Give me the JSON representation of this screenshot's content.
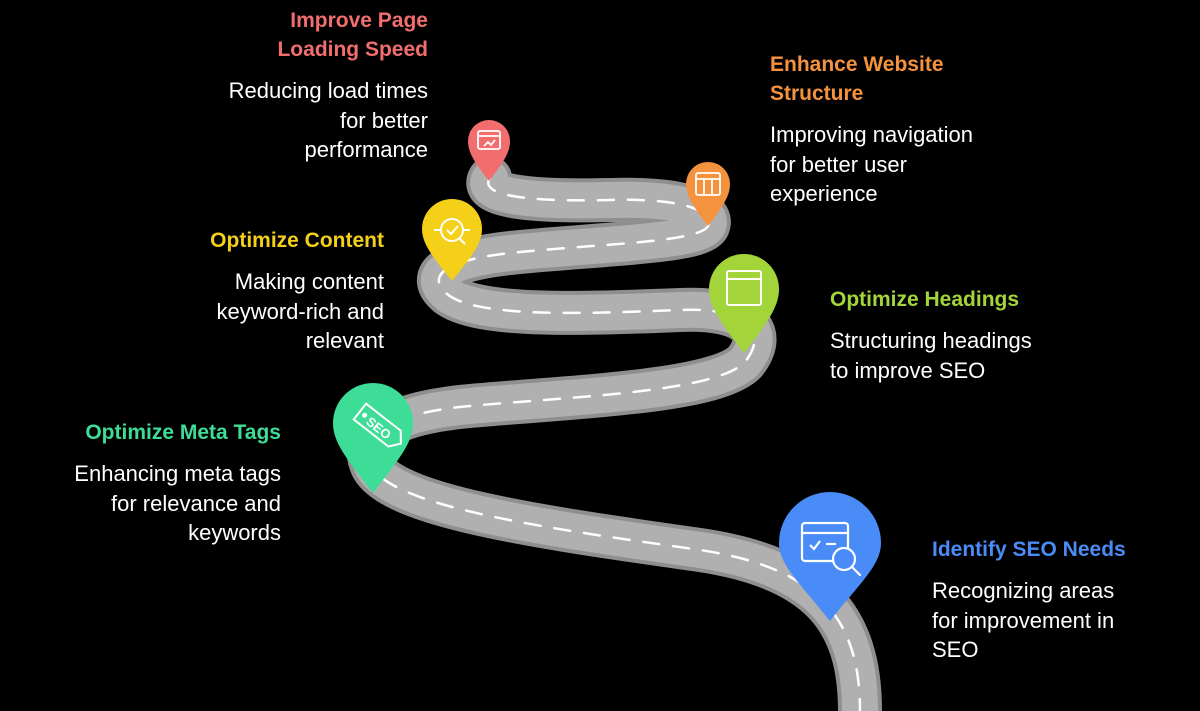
{
  "steps": [
    {
      "id": "page-speed",
      "title": "Improve Page\nLoading Speed",
      "description": "Reducing load times\nfor better\nperformance",
      "color": "#f26d6d",
      "icon": "webpage-speed-icon"
    },
    {
      "id": "structure",
      "title": "Enhance Website\nStructure",
      "description": "Improving navigation\nfor better user\nexperience",
      "color": "#f5923e",
      "icon": "site-structure-icon"
    },
    {
      "id": "content",
      "title": "Optimize Content",
      "description": "Making content\nkeyword-rich and\nrelevant",
      "color": "#f5d019",
      "icon": "content-optimize-icon"
    },
    {
      "id": "headings",
      "title": "Optimize Headings",
      "description": "Structuring headings\nto improve SEO",
      "color": "#a3d53b",
      "icon": "heading-layout-icon"
    },
    {
      "id": "meta",
      "title": "Optimize Meta Tags",
      "description": "Enhancing meta tags\nfor relevance and\nkeywords",
      "color": "#3ddc97",
      "icon": "seo-tag-icon"
    },
    {
      "id": "seo-needs",
      "title": "Identify SEO Needs",
      "description": "Recognizing areas\nfor improvement in\nSEO",
      "color": "#4a8cf7",
      "icon": "search-analysis-icon"
    }
  ],
  "pin_icon_text": {
    "meta": "SEO"
  }
}
